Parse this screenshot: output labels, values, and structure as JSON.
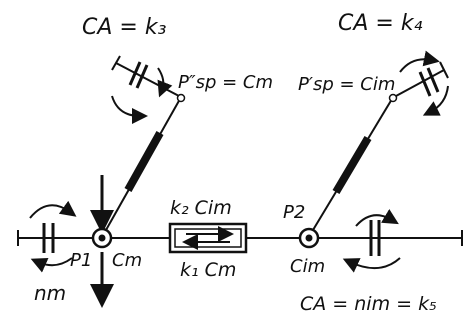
{
  "diagram": {
    "labels": {
      "ca_top_left": "CA = k₃",
      "ca_top_right": "CA = k₄",
      "psp_double_prime": "P″sp = Cm",
      "psp_prime": "P′sp = Cim",
      "p1": "P1",
      "p2": "P2",
      "cm_at_p1": "Cm",
      "cim_at_p2": "Cim",
      "k2_cim": "k₂ Cim",
      "k1_cm": "k₁ Cm",
      "nm": "nm",
      "ca_bottom_right": "CA = nim = k₅"
    },
    "colors": {
      "ink": "#111111",
      "background": "#ffffff"
    }
  }
}
